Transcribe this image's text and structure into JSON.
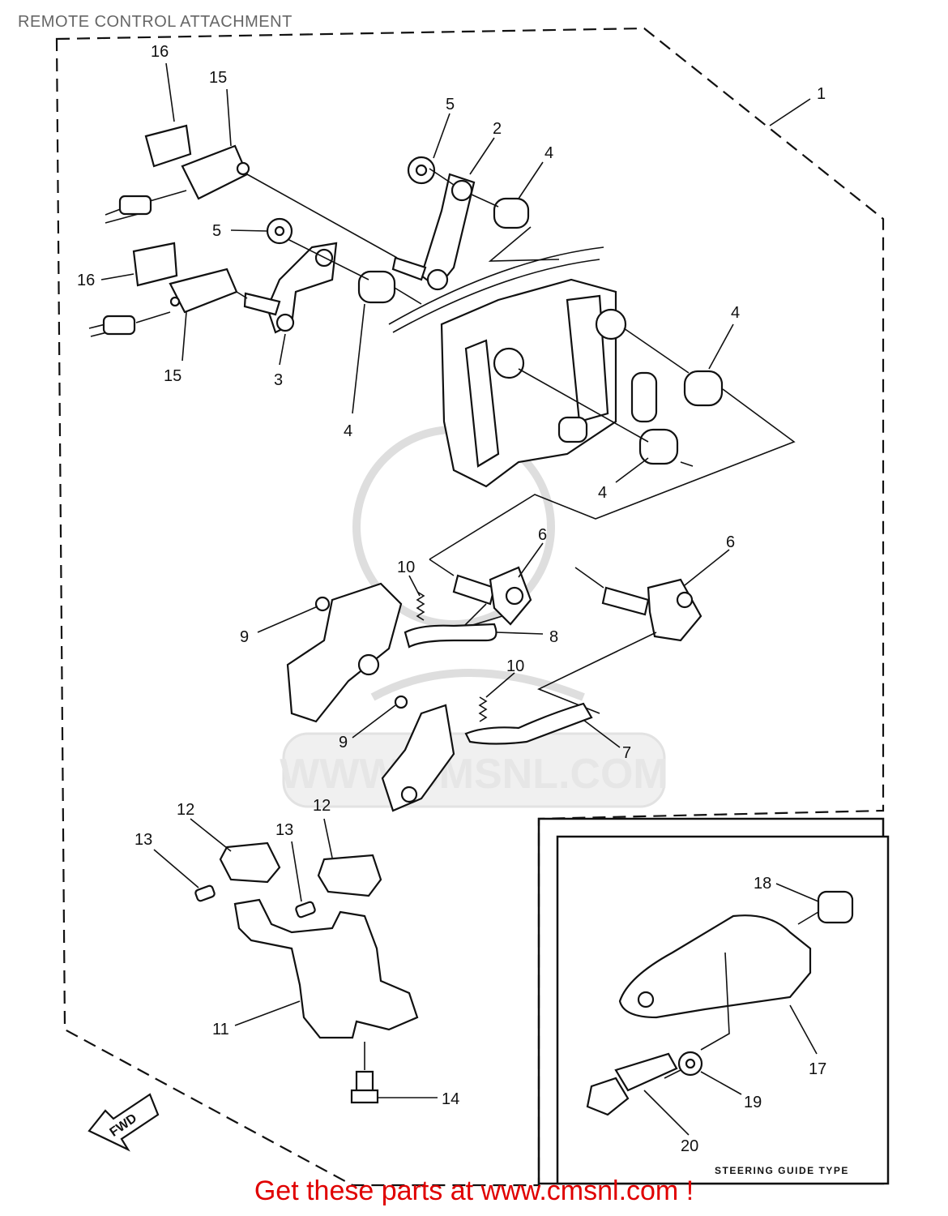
{
  "title": "REMOTE CONTROL ATTACHMENT",
  "callouts": [
    {
      "id": "c1",
      "label": "1"
    },
    {
      "id": "c2",
      "label": "2"
    },
    {
      "id": "c3",
      "label": "3"
    },
    {
      "id": "c4a",
      "label": "4"
    },
    {
      "id": "c4b",
      "label": "4"
    },
    {
      "id": "c4c",
      "label": "4"
    },
    {
      "id": "c4d",
      "label": "4"
    },
    {
      "id": "c5a",
      "label": "5"
    },
    {
      "id": "c5b",
      "label": "5"
    },
    {
      "id": "c6a",
      "label": "6"
    },
    {
      "id": "c6b",
      "label": "6"
    },
    {
      "id": "c7",
      "label": "7"
    },
    {
      "id": "c8",
      "label": "8"
    },
    {
      "id": "c9a",
      "label": "9"
    },
    {
      "id": "c9b",
      "label": "9"
    },
    {
      "id": "c10a",
      "label": "10"
    },
    {
      "id": "c10b",
      "label": "10"
    },
    {
      "id": "c11",
      "label": "11"
    },
    {
      "id": "c12a",
      "label": "12"
    },
    {
      "id": "c12b",
      "label": "12"
    },
    {
      "id": "c13a",
      "label": "13"
    },
    {
      "id": "c13b",
      "label": "13"
    },
    {
      "id": "c14",
      "label": "14"
    },
    {
      "id": "c15a",
      "label": "15"
    },
    {
      "id": "c15b",
      "label": "15"
    },
    {
      "id": "c16a",
      "label": "16"
    },
    {
      "id": "c16b",
      "label": "16"
    },
    {
      "id": "c17",
      "label": "17"
    },
    {
      "id": "c18",
      "label": "18"
    },
    {
      "id": "c19",
      "label": "19"
    },
    {
      "id": "c20",
      "label": "20"
    }
  ],
  "inset": {
    "label": "STEERING GUIDE  TYPE"
  },
  "fwd_arrow": {
    "label": "FWD"
  },
  "watermark": {
    "text": "WWW.CMSNL.COM"
  },
  "footer": {
    "link_text": "Get these parts at www.cmsnl.com !"
  },
  "colors": {
    "footer_link": "#e00000",
    "title": "#666666",
    "watermark": "#dedede"
  }
}
